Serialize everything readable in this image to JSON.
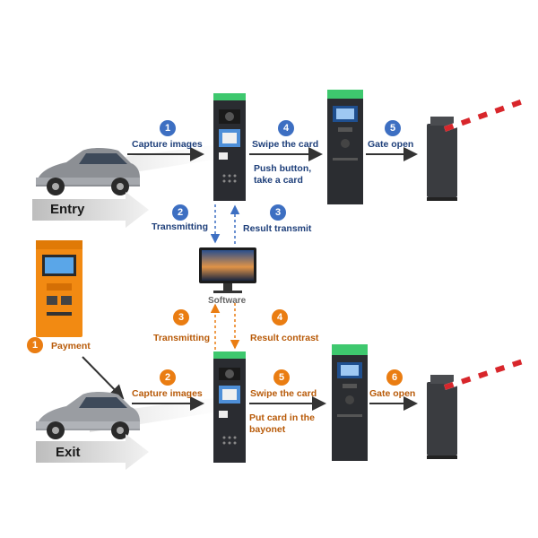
{
  "entry_flow": {
    "lane_label": "Entry",
    "steps": [
      {
        "num": "1",
        "label": "Capture images"
      },
      {
        "num": "2",
        "label": "Transmitting"
      },
      {
        "num": "3",
        "label": "Result transmit"
      },
      {
        "num": "4",
        "label": "Swipe the card",
        "sub_line1": "Push button,",
        "sub_line2": "take a card"
      },
      {
        "num": "5",
        "label": "Gate open"
      }
    ]
  },
  "software": {
    "label": "Software"
  },
  "payment": {
    "num": "1",
    "label": "Payment"
  },
  "exit_flow": {
    "lane_label": "Exit",
    "steps": [
      {
        "num": "2",
        "label": "Capture images"
      },
      {
        "num": "3",
        "label": "Transmitting"
      },
      {
        "num": "4",
        "label": "Result contrast"
      },
      {
        "num": "5",
        "label": "Swipe the card",
        "sub_line1": "Put card in the",
        "sub_line2": "bayonet"
      },
      {
        "num": "6",
        "label": "Gate open"
      }
    ]
  },
  "colors": {
    "entry_accent": "#3d6fc2",
    "exit_accent": "#ea7d12",
    "entry_text": "#1e3f7a",
    "exit_text": "#b85a08",
    "kiosk": "#f28a12",
    "barrier_arm_red": "#d8262b"
  }
}
